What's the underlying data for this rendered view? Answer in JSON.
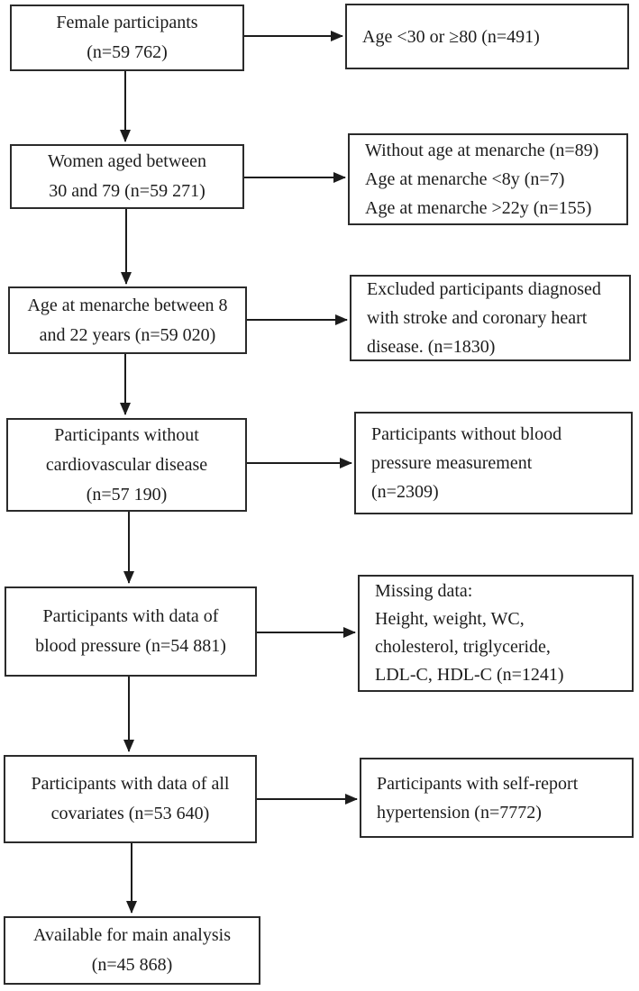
{
  "figure": {
    "type": "flowchart",
    "description": "Study participant selection flow diagram",
    "colors": {
      "background": "#ffffff",
      "box_border": "#2b2b2b",
      "text": "#1c1c1c",
      "arrow": "#1c1c1c"
    }
  },
  "flow": {
    "steps": [
      {
        "id": "female-participants",
        "lines": [
          "Female participants",
          "(n=59 762)"
        ]
      },
      {
        "id": "women-aged-30-79",
        "lines": [
          "Women aged between",
          "30 and 79 (n=59 271)"
        ]
      },
      {
        "id": "menarche-8-22",
        "lines": [
          "Age at menarche between 8",
          "and 22 years (n=59 020)"
        ]
      },
      {
        "id": "without-cvd",
        "lines": [
          "Participants without",
          "cardiovascular disease",
          "(n=57 190)"
        ]
      },
      {
        "id": "with-bp-data",
        "lines": [
          "Participants with data of",
          "blood pressure (n=54 881)"
        ]
      },
      {
        "id": "with-all-covariates",
        "lines": [
          "Participants with data of all",
          "covariates (n=53 640)"
        ]
      },
      {
        "id": "main-analysis",
        "lines": [
          "Available for main analysis",
          "(n=45 868)"
        ]
      }
    ],
    "exclusions": [
      {
        "id": "age-excluded",
        "lines": [
          "Age <30 or ≥80 (n=491)"
        ]
      },
      {
        "id": "menarche-excluded",
        "lines": [
          "Without age at menarche (n=89)",
          "Age at menarche <8y (n=7)",
          "Age at menarche >22y (n=155)"
        ]
      },
      {
        "id": "cvd-excluded",
        "lines": [
          "Excluded participants diagnosed",
          "with stroke and coronary heart",
          "disease. (n=1830)"
        ]
      },
      {
        "id": "no-bp-measurement",
        "lines": [
          "Participants without blood",
          "pressure measurement",
          "(n=2309)"
        ]
      },
      {
        "id": "missing-data",
        "lines": [
          "Missing data:",
          "Height, weight, WC,",
          "cholesterol, triglyceride,",
          "LDL-C, HDL-C (n=1241)"
        ]
      },
      {
        "id": "self-report-hypertension",
        "lines": [
          "Participants with self-report",
          "hypertension (n=7772)"
        ]
      }
    ]
  }
}
